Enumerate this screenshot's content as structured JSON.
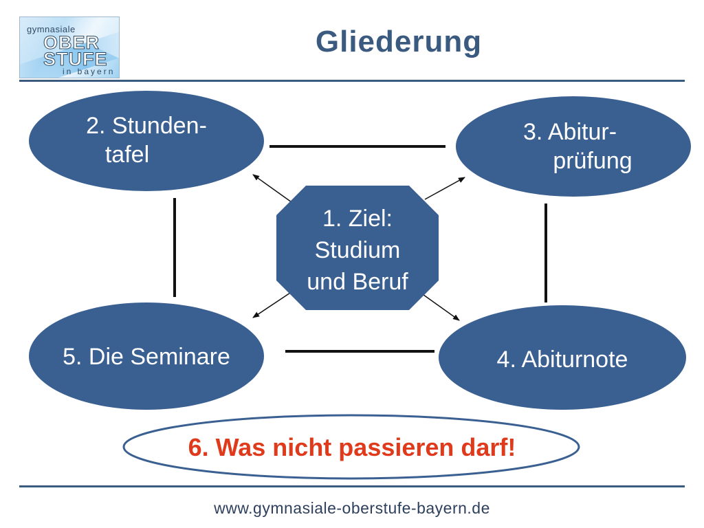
{
  "logo": {
    "line1": "gymnasiale",
    "line2": "OBER",
    "line3": "STUFE",
    "line4": "in bayern"
  },
  "title": "Gliederung",
  "nodes": {
    "center": {
      "line1": "1. Ziel:",
      "line2": "Studium",
      "line3": "und Beruf"
    },
    "stundentafel": {
      "line1": "2. Stunden-",
      "line2": "tafel"
    },
    "abiturpruefung": {
      "line1": "3. Abitur-",
      "line2": "prüfung"
    },
    "abiturnote": {
      "line1": "4. Abiturnote"
    },
    "seminare": {
      "line1": "5. Die Seminare"
    }
  },
  "warning": "6. Was nicht passieren darf!",
  "footer": "www.gymnasiale-oberstufe-bayern.de",
  "colors": {
    "node_fill": "#3a5f91",
    "title": "#3a5a80",
    "warning": "#e03a1c"
  }
}
